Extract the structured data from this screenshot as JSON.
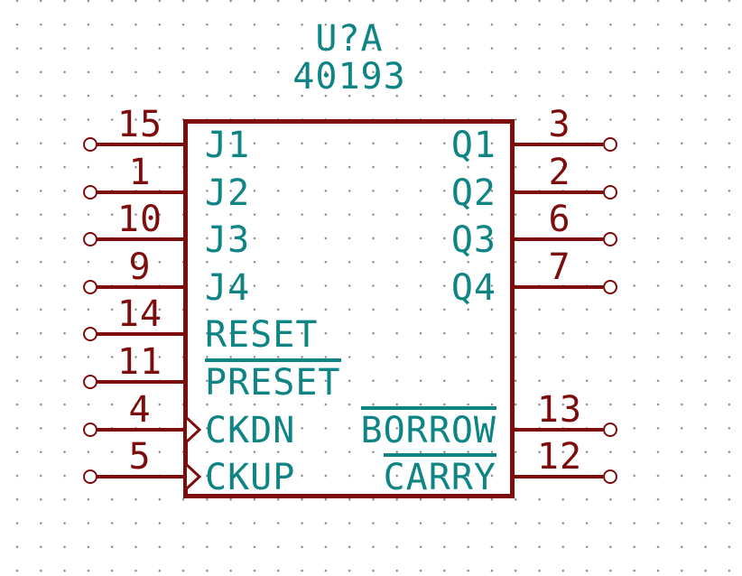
{
  "symbol": {
    "reference": "U?A",
    "value": "40193"
  },
  "colors": {
    "body_outline": "#7d0c0c",
    "pin": "#7d0c0c",
    "pin_number": "#7d0c0c",
    "pin_name": "#0e8484",
    "field_text": "#0e8484",
    "grid_dot": "#848484",
    "background": "#ffffff"
  },
  "pins": {
    "left": [
      {
        "number": "15",
        "name": "J1",
        "overline": false,
        "clock": false
      },
      {
        "number": "1",
        "name": "J2",
        "overline": false,
        "clock": false
      },
      {
        "number": "10",
        "name": "J3",
        "overline": false,
        "clock": false
      },
      {
        "number": "9",
        "name": "J4",
        "overline": false,
        "clock": false
      },
      {
        "number": "14",
        "name": "RESET",
        "overline": false,
        "clock": false
      },
      {
        "number": "11",
        "name": "PRESET",
        "overline": true,
        "clock": false
      },
      {
        "number": "4",
        "name": "CKDN",
        "overline": false,
        "clock": true
      },
      {
        "number": "5",
        "name": "CKUP",
        "overline": false,
        "clock": true
      }
    ],
    "right": [
      {
        "number": "3",
        "name": "Q1",
        "overline": false,
        "clock": false
      },
      {
        "number": "2",
        "name": "Q2",
        "overline": false,
        "clock": false
      },
      {
        "number": "6",
        "name": "Q3",
        "overline": false,
        "clock": false
      },
      {
        "number": "7",
        "name": "Q4",
        "overline": false,
        "clock": false
      },
      {
        "number": "13",
        "name": "BORROW",
        "overline": true,
        "clock": false
      },
      {
        "number": "12",
        "name": "CARRY",
        "overline": true,
        "clock": false
      }
    ]
  }
}
